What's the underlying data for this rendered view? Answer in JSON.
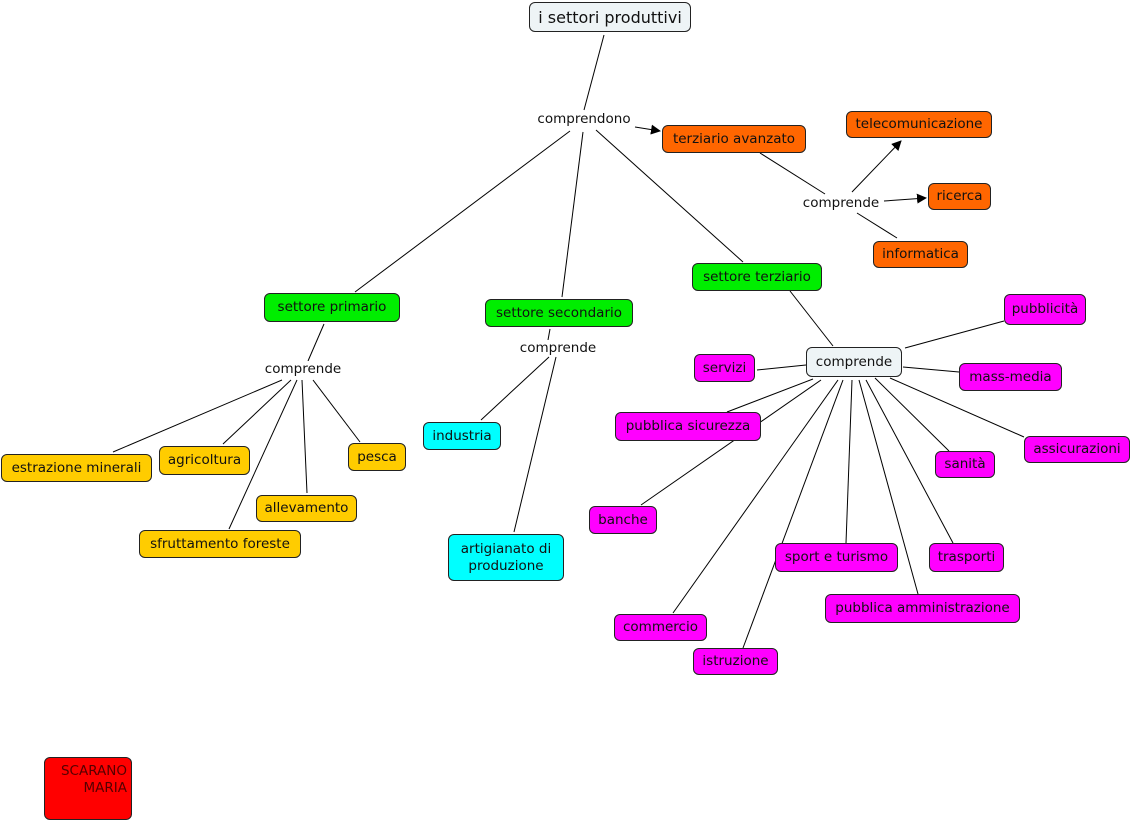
{
  "colors": {
    "root": "#eef4f6",
    "sector": "#00ee00",
    "advanced": "#ff6600",
    "primary_items": "#ffcc00",
    "secondary_items": "#00ffff",
    "tertiary_items": "#ff00ff",
    "author": "#ff0000"
  },
  "concepts": {
    "root": "i settori produttivi",
    "terziario_avanzato": "terziario avanzato",
    "telecomunicazione": "telecomunicazione",
    "ricerca": "ricerca",
    "informatica": "informatica",
    "settore_terziario": "settore terziario",
    "settore_primario": "settore primario",
    "settore_secondario": "settore secondario",
    "comprende_terziario": "comprende",
    "estrazione_minerali": "estrazione minerali",
    "agricoltura": "agricoltura",
    "pesca": "pesca",
    "allevamento": "allevamento",
    "sfruttamento_foreste": "sfruttamento foreste",
    "industria": "industria",
    "artigianato": "artigianato di produzione",
    "pubblicita": "pubblicità",
    "servizi": "servizi",
    "mass_media": "mass-media",
    "pubblica_sicurezza": "pubblica sicurezza",
    "assicurazioni": "assicurazioni",
    "sanita": "sanità",
    "banche": "banche",
    "sport_turismo": "sport e turismo",
    "trasporti": "trasporti",
    "pubblica_amministrazione": "pubblica amministrazione",
    "commercio": "commercio",
    "istruzione": "istruzione",
    "author": "SCARANO MARIA"
  },
  "link_labels": {
    "comprendono": "comprendono",
    "comprende_avanzato": "comprende",
    "comprende_secondario": "comprende",
    "comprende_primario": "comprende"
  }
}
